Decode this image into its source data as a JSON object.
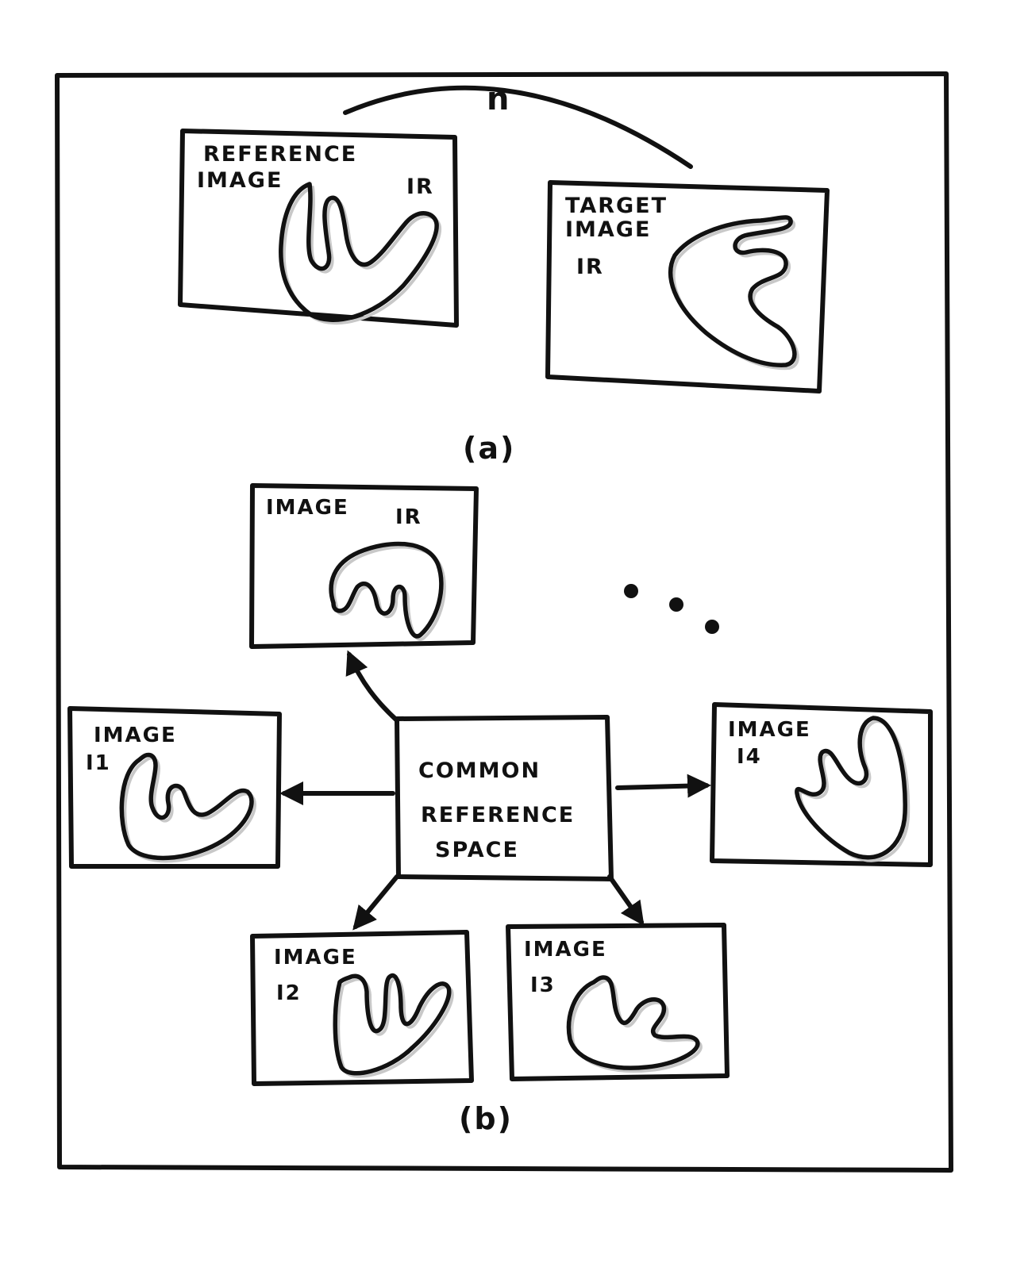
{
  "panel_a": {
    "reference_box": {
      "line1": "REFERENCE",
      "line2": "IMAGE",
      "id": "IR"
    },
    "target_box": {
      "line1": "TARGET",
      "line2": "IMAGE",
      "id": "IR"
    },
    "link_label": "n",
    "caption": "(a)"
  },
  "panel_b": {
    "top_box": {
      "line1": "IMAGE",
      "id": "IR"
    },
    "left_box": {
      "line1": "IMAGE",
      "line2": "I1"
    },
    "right_box": {
      "line1": "IMAGE",
      "line2": "I4"
    },
    "bottom_left_box": {
      "line1": "IMAGE",
      "line2": "I2"
    },
    "bottom_right_box": {
      "line1": "IMAGE",
      "line2": "I3"
    },
    "center_box": {
      "line1": "COMMON",
      "line2": "REFERENCE",
      "line3": "SPACE"
    },
    "caption": "(b)"
  }
}
